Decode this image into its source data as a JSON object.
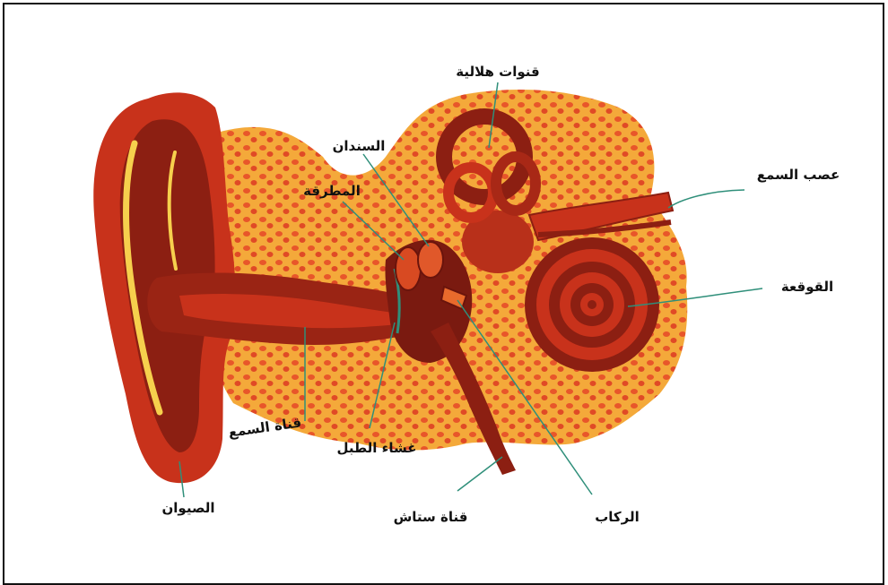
{
  "labels": {
    "semicircular_canals": "قنوات هلالية",
    "incus": "السندان",
    "malleus": "المطرقة",
    "auditory_nerve": "عصب السمع",
    "cochlea": "القوقعة",
    "ear_canal": "قناة السمع",
    "eardrum": "غشاء الطبل",
    "pinna": "الصيوان",
    "eustachian_tube": "قناة ستاش",
    "stapes": "الركاب"
  },
  "colors": {
    "bone": "#f4a93a",
    "bone_pore": "#e8562a",
    "tissue_dark": "#8c1f12",
    "tissue_mid": "#c8321b",
    "tissue_light": "#e86a2c",
    "highlight": "#f6d04d",
    "leader_line": "#2f8f7a"
  }
}
